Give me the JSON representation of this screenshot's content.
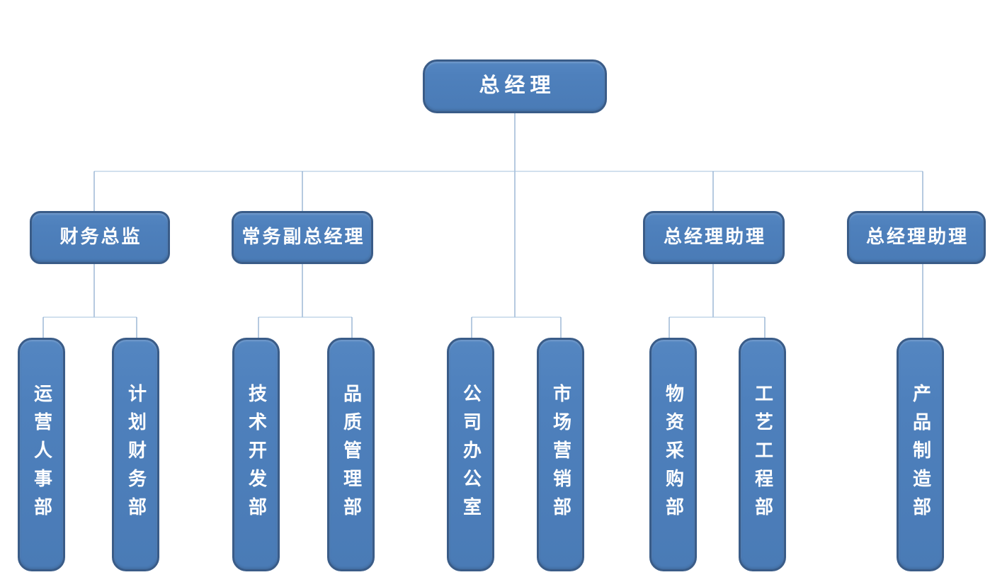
{
  "diagram": {
    "type": "org-chart",
    "background": "#ffffff",
    "colors": {
      "node_fill": "#4e80bc",
      "node_border": "#3a5c88",
      "node_text": "#ffffff",
      "connector_vertical": "#6e95c2",
      "connector_horizontal": "#a6c1de"
    },
    "nodes": {
      "general_manager": "总经理",
      "finance_director": "财务总监",
      "deputy_general_manager": "常务副总经理",
      "gm_assistant_1": "总经理助理",
      "gm_assistant_2": "总经理助理",
      "dept_operations_hr": "运营人事部",
      "dept_planning_finance": "计划财务部",
      "dept_tech_development": "技术开发部",
      "dept_quality_management": "品质管理部",
      "dept_company_office": "公司办公室",
      "dept_marketing": "市场营销部",
      "dept_materials_procurement": "物资采购部",
      "dept_process_engineering": "工艺工程部",
      "dept_product_manufacturing": "产品制造部"
    },
    "edges": [
      {
        "from": "general_manager",
        "to": "finance_director"
      },
      {
        "from": "general_manager",
        "to": "deputy_general_manager"
      },
      {
        "from": "general_manager",
        "to": "gm_assistant_1"
      },
      {
        "from": "general_manager",
        "to": "gm_assistant_2"
      },
      {
        "from": "general_manager",
        "to": "dept_company_office"
      },
      {
        "from": "general_manager",
        "to": "dept_marketing"
      },
      {
        "from": "finance_director",
        "to": "dept_operations_hr"
      },
      {
        "from": "finance_director",
        "to": "dept_planning_finance"
      },
      {
        "from": "deputy_general_manager",
        "to": "dept_tech_development"
      },
      {
        "from": "deputy_general_manager",
        "to": "dept_quality_management"
      },
      {
        "from": "gm_assistant_1",
        "to": "dept_materials_procurement"
      },
      {
        "from": "gm_assistant_1",
        "to": "dept_process_engineering"
      },
      {
        "from": "gm_assistant_2",
        "to": "dept_product_manufacturing"
      }
    ]
  }
}
